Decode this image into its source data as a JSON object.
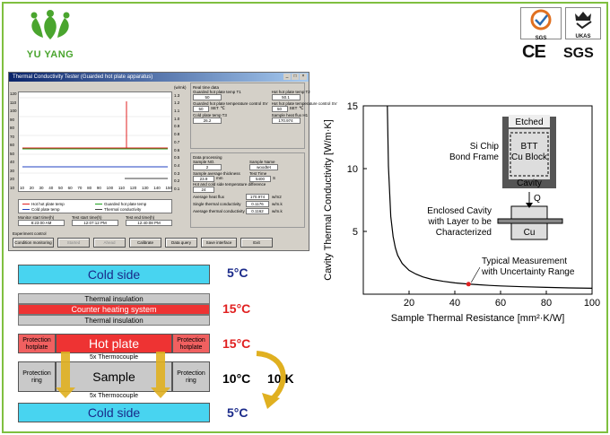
{
  "brand": {
    "name": "YU YANG"
  },
  "certs": {
    "sgs_small": "SGS",
    "ukas": "UKAS",
    "ce": "CE",
    "sgs": "SGS"
  },
  "app": {
    "title": "Thermal Conductivity Tester (Guarded hot plate apparatus)",
    "window_controls": [
      "_",
      "□",
      "×"
    ],
    "plot": {
      "y_ticks": [
        "120",
        "110",
        "100",
        "90",
        "80",
        "70",
        "60",
        "50",
        "40",
        "30",
        "20",
        "10"
      ],
      "x_ticks": [
        "10",
        "20",
        "30",
        "40",
        "50",
        "60",
        "70",
        "80",
        "90",
        "100",
        "110",
        "120",
        "130",
        "140",
        "150"
      ],
      "right_ticks": [
        "1.3",
        "1.2",
        "1.1",
        "1.0",
        "0.9",
        "0.8",
        "0.7",
        "0.6",
        "0.5",
        "0.4",
        "0.3",
        "0.2",
        "0.1"
      ],
      "right_label": "(w/mk)"
    },
    "legend": [
      {
        "label": "Hot hot plate temp",
        "color": "#e02020"
      },
      {
        "label": "Guarded hot plate temp",
        "color": "#20a020"
      },
      {
        "label": "Cold plate temp",
        "color": "#2040c0"
      },
      {
        "label": "Thermal conductivity",
        "color": "#404040"
      }
    ],
    "time_fields": [
      {
        "label": "Monitor start time(h)",
        "value": "8:23:00 AM"
      },
      {
        "label": "Test start time(h)",
        "value": "12:07:12 PM"
      },
      {
        "label": "Test end time(h)",
        "value": "12:40:08 PM"
      }
    ],
    "experiment_control_label": "Experiment control",
    "buttons": [
      "Condition monitoring",
      "Started",
      "Ahead",
      "Calibrate",
      "Data query",
      "Save interface",
      "Exit"
    ],
    "realtime": {
      "heading": "Real time data",
      "fields": [
        {
          "label": "Guarded hot plate temp T1",
          "value": "50"
        },
        {
          "label": "Hot hot plate temp T2",
          "value": "50.1"
        },
        {
          "label": "Guarded hot plate temperature control SV",
          "value": "50"
        },
        {
          "label": "Hot hot plate temperature control SV",
          "value": "50"
        },
        {
          "label": "Cold plate temp T3",
          "value": "26.2"
        },
        {
          "label": "Sample heat flux H1",
          "value": "170.974"
        }
      ],
      "set_label": "SET",
      "unit_c": "℃"
    },
    "processing": {
      "heading": "Data processing",
      "fields": [
        {
          "label": "Sample NO.",
          "value": "2"
        },
        {
          "label": "Sample Name",
          "value": "woodtet"
        },
        {
          "label": "Sample average thickness",
          "value": "23.9",
          "unit": "mm"
        },
        {
          "label": "Test Time",
          "value": "5400",
          "unit": "S"
        },
        {
          "label": "Hot and cold side temperature difference",
          "value": "24"
        },
        {
          "label": "Average heat flux",
          "value": "170.974",
          "unit": "w/m2"
        },
        {
          "label": "Single thermal conductivity",
          "value": "0.1176",
          "unit": "w/m.k"
        },
        {
          "label": "Average thermal conductivity",
          "value": "0.1162",
          "unit": "w/m.k"
        }
      ]
    }
  },
  "stack": {
    "cold_top": {
      "label": "Cold side",
      "temp": "5°C"
    },
    "insulation_top": "Thermal insulation",
    "counter": {
      "label": "Counter heating system",
      "temp": "15°C"
    },
    "insulation_bottom": "Thermal insulation",
    "protection_hotplate": "Protection hotplate",
    "hot_plate": {
      "label": "Hot plate",
      "temp": "15°C"
    },
    "thermocouple_top": "5x Thermocouple",
    "protection_ring": "Protection ring",
    "sample": {
      "label": "Sample",
      "temp": "10°C"
    },
    "delta": "10 K",
    "thermocouple_bottom": "5x Thermocouple",
    "cold_bottom": {
      "label": "Cold side",
      "temp": "5°C"
    }
  },
  "chart_data": {
    "type": "line",
    "xlabel": "Sample Thermal Resistance [mm²·K/W]",
    "ylabel": "Cavity Thermal Conductivity [W/m·K]",
    "xlim": [
      0,
      100
    ],
    "ylim": [
      0,
      15
    ],
    "x_ticks": [
      20,
      40,
      60,
      80,
      100
    ],
    "y_ticks": [
      5,
      10,
      15
    ],
    "series": [
      {
        "x": [
          10.5,
          11,
          12,
          13,
          14,
          15,
          17,
          20,
          23,
          26,
          30,
          35,
          40,
          45,
          50,
          55,
          60,
          70,
          80,
          90,
          100
        ],
        "y": [
          15,
          10.2,
          6.2,
          4.6,
          3.7,
          3.1,
          2.45,
          1.9,
          1.6,
          1.38,
          1.18,
          1.02,
          0.9,
          0.82,
          0.76,
          0.7,
          0.66,
          0.59,
          0.54,
          0.5,
          0.47
        ]
      }
    ],
    "marker": {
      "x": 46,
      "y": 0.8,
      "color": "#e02020"
    },
    "annotations": {
      "si_chip": "Si Chip Bond Frame",
      "etched": "Etched",
      "btt": "BTT",
      "cu_block": "Cu Block",
      "cavity": "Cavity",
      "enclosed": "Enclosed Cavity with Layer to be Characterized",
      "q": "Q",
      "cu": "Cu",
      "typical": "Typical Measurement with Uncertainty Range"
    }
  }
}
